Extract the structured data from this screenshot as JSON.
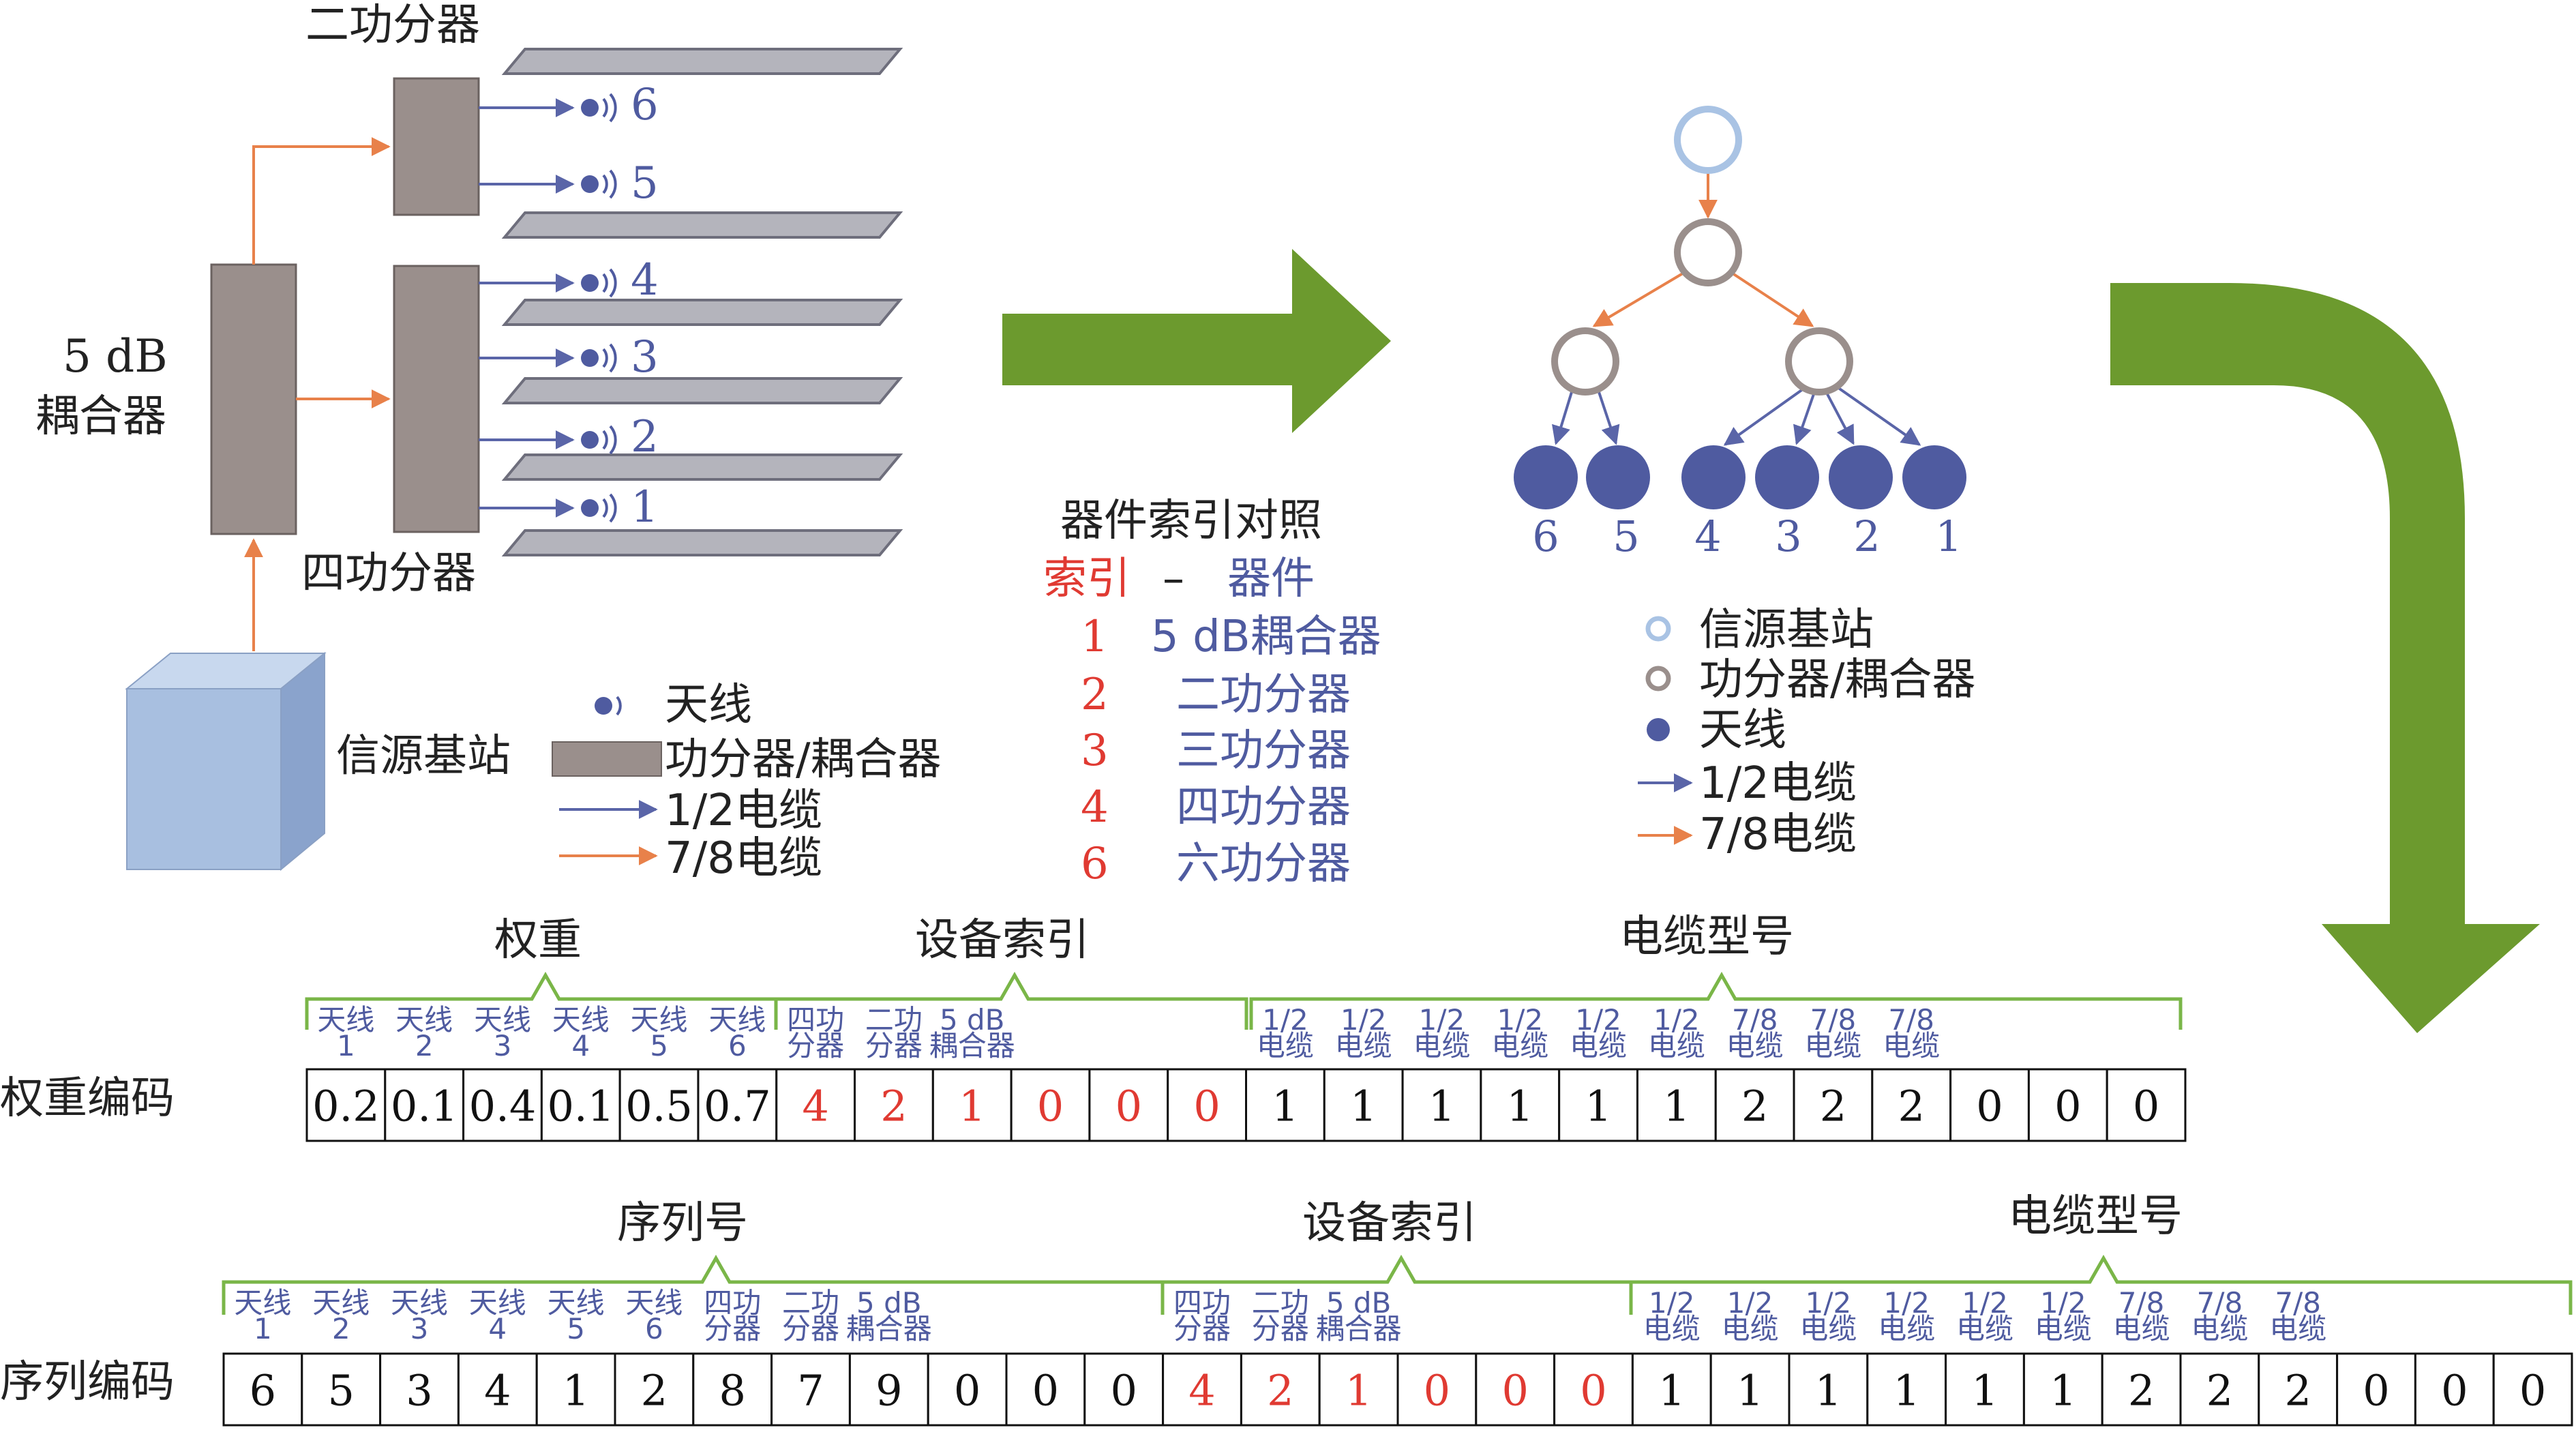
{
  "physical": {
    "splitter2_label": "二功分器",
    "splitter4_label": "四功分器",
    "coupler_label_1": "5 dB",
    "coupler_label_2": "耦合器",
    "base_station_label": "信源基站",
    "antenna_numbers": [
      "6",
      "5",
      "4",
      "3",
      "2",
      "1"
    ],
    "legend": {
      "antenna": "天线",
      "device": "功分器/耦合器",
      "cable_half": "1/2电缆",
      "cable_78": "7/8电缆"
    }
  },
  "device_index_table": {
    "title": "器件索引对照",
    "head_index": "索引",
    "head_sep": "–",
    "head_device": "器件",
    "rows": [
      {
        "index": "1",
        "device": "5 dB耦合器"
      },
      {
        "index": "2",
        "device": "二功分器"
      },
      {
        "index": "3",
        "device": "三功分器"
      },
      {
        "index": "4",
        "device": "四功分器"
      },
      {
        "index": "6",
        "device": "六功分器"
      }
    ]
  },
  "tree": {
    "leaf_labels": [
      "6",
      "5",
      "4",
      "3",
      "2",
      "1"
    ],
    "legend": {
      "base_station": "信源基站",
      "device": "功分器/耦合器",
      "antenna": "天线",
      "cable_half": "1/2电缆",
      "cable_78": "7/8电缆"
    }
  },
  "weight_encoding": {
    "row_label": "权重编码",
    "groups": {
      "weight": "权重",
      "device_index": "设备索引",
      "cable_type": "电缆型号"
    },
    "col_headers": [
      [
        "天线",
        "1"
      ],
      [
        "天线",
        "2"
      ],
      [
        "天线",
        "3"
      ],
      [
        "天线",
        "4"
      ],
      [
        "天线",
        "5"
      ],
      [
        "天线",
        "6"
      ],
      [
        "四功",
        "分器"
      ],
      [
        "二功",
        "分器"
      ],
      [
        "5 dB",
        "耦合器"
      ],
      [
        "",
        ""
      ],
      [
        "",
        ""
      ],
      [
        "",
        ""
      ],
      [
        "1/2",
        "电缆"
      ],
      [
        "1/2",
        "电缆"
      ],
      [
        "1/2",
        "电缆"
      ],
      [
        "1/2",
        "电缆"
      ],
      [
        "1/2",
        "电缆"
      ],
      [
        "1/2",
        "电缆"
      ],
      [
        "7/8",
        "电缆"
      ],
      [
        "7/8",
        "电缆"
      ],
      [
        "7/8",
        "电缆"
      ],
      [
        "",
        ""
      ],
      [
        "",
        ""
      ],
      [
        "",
        ""
      ]
    ],
    "values": [
      "0.2",
      "0.1",
      "0.4",
      "0.1",
      "0.5",
      "0.7",
      "4",
      "2",
      "1",
      "0",
      "0",
      "0",
      "1",
      "1",
      "1",
      "1",
      "1",
      "1",
      "2",
      "2",
      "2",
      "0",
      "0",
      "0"
    ]
  },
  "sequence_encoding": {
    "row_label": "序列编码",
    "groups": {
      "sequence": "序列号",
      "device_index": "设备索引",
      "cable_type": "电缆型号"
    },
    "col_headers": [
      [
        "天线",
        "1"
      ],
      [
        "天线",
        "2"
      ],
      [
        "天线",
        "3"
      ],
      [
        "天线",
        "4"
      ],
      [
        "天线",
        "5"
      ],
      [
        "天线",
        "6"
      ],
      [
        "四功",
        "分器"
      ],
      [
        "二功",
        "分器"
      ],
      [
        "5 dB",
        "耦合器"
      ],
      [
        "",
        ""
      ],
      [
        "",
        ""
      ],
      [
        "",
        ""
      ],
      [
        "四功",
        "分器"
      ],
      [
        "二功",
        "分器"
      ],
      [
        "5 dB",
        "耦合器"
      ],
      [
        "",
        ""
      ],
      [
        "",
        ""
      ],
      [
        "",
        ""
      ],
      [
        "1/2",
        "电缆"
      ],
      [
        "1/2",
        "电缆"
      ],
      [
        "1/2",
        "电缆"
      ],
      [
        "1/2",
        "电缆"
      ],
      [
        "1/2",
        "电缆"
      ],
      [
        "1/2",
        "电缆"
      ],
      [
        "7/8",
        "电缆"
      ],
      [
        "7/8",
        "电缆"
      ],
      [
        "7/8",
        "电缆"
      ],
      [
        "",
        ""
      ],
      [
        "",
        ""
      ],
      [
        "",
        ""
      ]
    ],
    "values": [
      "6",
      "5",
      "3",
      "4",
      "1",
      "2",
      "8",
      "7",
      "9",
      "0",
      "0",
      "0",
      "4",
      "2",
      "1",
      "0",
      "0",
      "0",
      "1",
      "1",
      "1",
      "1",
      "1",
      "1",
      "2",
      "2",
      "2",
      "0",
      "0",
      "0"
    ]
  },
  "colors": {
    "device_box": "#9a8f8c",
    "antenna": "#4f5ba0",
    "cable_half": "#5a65a8",
    "cable_78": "#e8814a",
    "flow_arrow": "#6c9a2e",
    "index_red": "#e03a32",
    "bracket_green": "#7ab648",
    "base_station_node": "#a9c3e4",
    "floor_plate": "#9a9aa6",
    "base_cube": "#a8bfe0"
  }
}
